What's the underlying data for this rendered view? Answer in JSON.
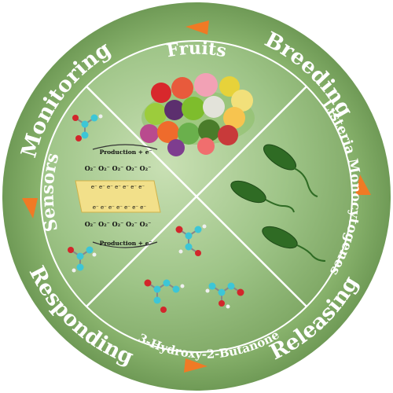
{
  "ring_labels": {
    "monitoring": "Monitoring",
    "breeding": "Breeding",
    "releasing": "Releasing",
    "responding": "Responding"
  },
  "quadrants": {
    "fruits": "Fruits",
    "listeria": "Listeria Monocytogenes",
    "compound": "3-Hydroxy-2-Butanone",
    "sensors": "Sensors"
  },
  "sensor_diagram": {
    "top_caption": "Production + e⁻",
    "bottom_caption": "Production + e⁻",
    "oxygen_row": "O₂⁻ O₂⁻ O₂⁻ O₂⁻ O₂⁻",
    "electron_row": "e⁻ e⁻ e⁻ e⁻ e⁻ e⁻ e⁻"
  },
  "colors": {
    "ring": "#7fa862",
    "inner": "#9ec487",
    "arrow": "#f07a25",
    "line": "#ffffff",
    "bacteria": "#2f6b24",
    "carbon": "#3dc6d6",
    "oxygen": "#d2262b"
  }
}
